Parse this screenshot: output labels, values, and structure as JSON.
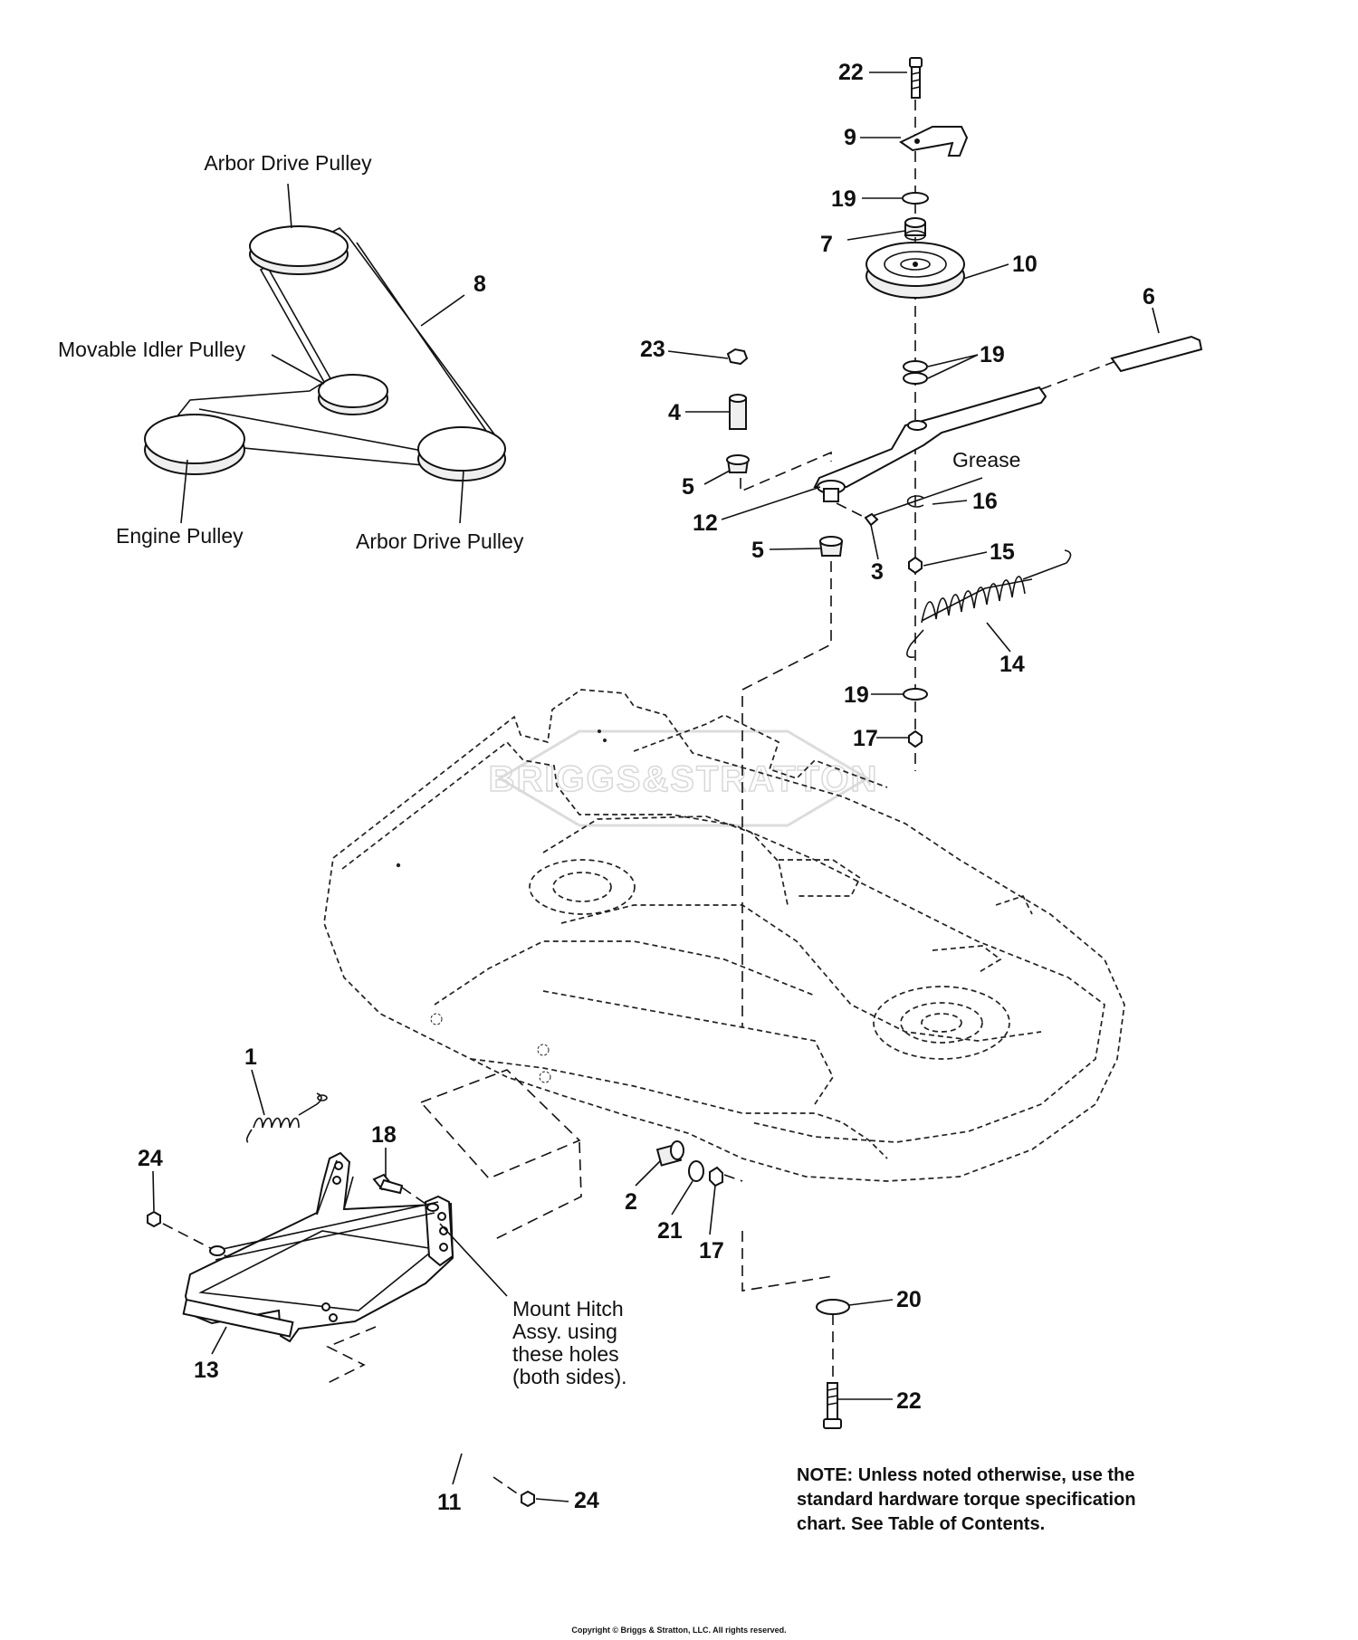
{
  "belt_diagram": {
    "labels": {
      "arbor_drive_top": "Arbor Drive Pulley",
      "movable_idler": "Movable Idler Pulley",
      "engine_pulley": "Engine Pulley",
      "arbor_drive_bottom": "Arbor Drive Pulley",
      "belt_number": "8"
    }
  },
  "callouts": {
    "grease": "Grease",
    "mount_hitch_line1": "Mount Hitch",
    "mount_hitch_line2": "Assy. using",
    "mount_hitch_line3": "these holes",
    "mount_hitch_line4": "(both sides)."
  },
  "part_numbers": {
    "p22_top": "22",
    "p9": "9",
    "p19_a": "19",
    "p7": "7",
    "p10": "10",
    "p6": "6",
    "p23": "23",
    "p19_b": "19",
    "p4": "4",
    "p5_a": "5",
    "p12": "12",
    "p16": "16",
    "p5_b": "5",
    "p3": "3",
    "p15": "15",
    "p14": "14",
    "p19_c": "19",
    "p17_a": "17",
    "p1": "1",
    "p18": "18",
    "p24_a": "24",
    "p13": "13",
    "p2": "2",
    "p21": "21",
    "p17_b": "17",
    "p20": "20",
    "p22_bottom": "22",
    "p11": "11",
    "p24_b": "24"
  },
  "note": {
    "line1": "NOTE: Unless noted otherwise, use the",
    "line2": "standard hardware torque specification",
    "line3": "chart. See Table of Contents."
  },
  "watermark": "BRIGGS&STRATTON",
  "copyright": "Copyright © Briggs & Stratton, LLC. All rights reserved."
}
